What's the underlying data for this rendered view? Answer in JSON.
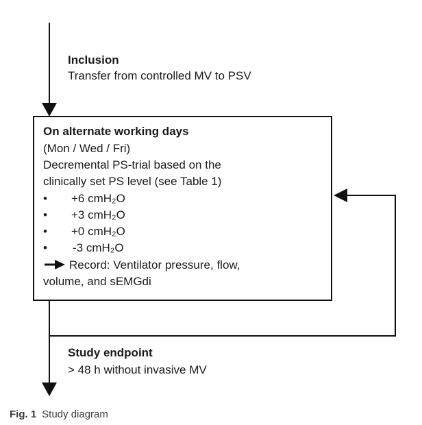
{
  "inclusion": {
    "title": "Inclusion",
    "text": "Transfer from controlled MV to PSV"
  },
  "box": {
    "title": "On alternate working days",
    "lines": [
      "(Mon / Wed / Fri)",
      "Decremental PS-trial based on the",
      "clinically set PS level (see Table 1)"
    ],
    "bullet_char": "•",
    "bullets": [
      "+6 cmH₂O",
      "+3 cmH₂O",
      "+0 cmH₂O",
      "-3 cmH₂O"
    ],
    "record_lines": [
      "Record: Ventilator pressure, flow,",
      "volume, and sEMGdi"
    ]
  },
  "endpoint": {
    "title": "Study endpoint",
    "text": "> 48 h without invasive MV"
  },
  "caption": {
    "label": "Fig. 1",
    "text": "Study diagram"
  }
}
